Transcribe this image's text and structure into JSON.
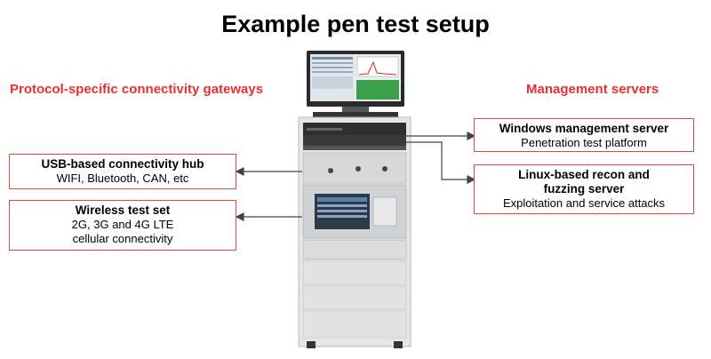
{
  "title": "Example pen test setup",
  "headings": {
    "left": "Protocol-specific connectivity gateways",
    "right": "Management servers"
  },
  "boxes": {
    "usb": {
      "title": "USB-based connectivity hub",
      "lines": [
        "WIFI, Bluetooth, CAN, etc"
      ]
    },
    "wireless": {
      "title": "Wireless test set",
      "lines": [
        "2G, 3G and 4G LTE",
        "cellular connectivity"
      ]
    },
    "windows": {
      "title": "Windows management server",
      "lines": [
        "Penetration test platform"
      ]
    },
    "linux": {
      "title_lines": [
        "Linux-based recon and",
        "fuzzing server"
      ],
      "lines": [
        "Exploitation and service attacks"
      ]
    }
  },
  "colors": {
    "accent": "#e8312f",
    "box_border": "#e04a3a",
    "connector": "#444444",
    "rack_frame": "#e6e6e6"
  }
}
